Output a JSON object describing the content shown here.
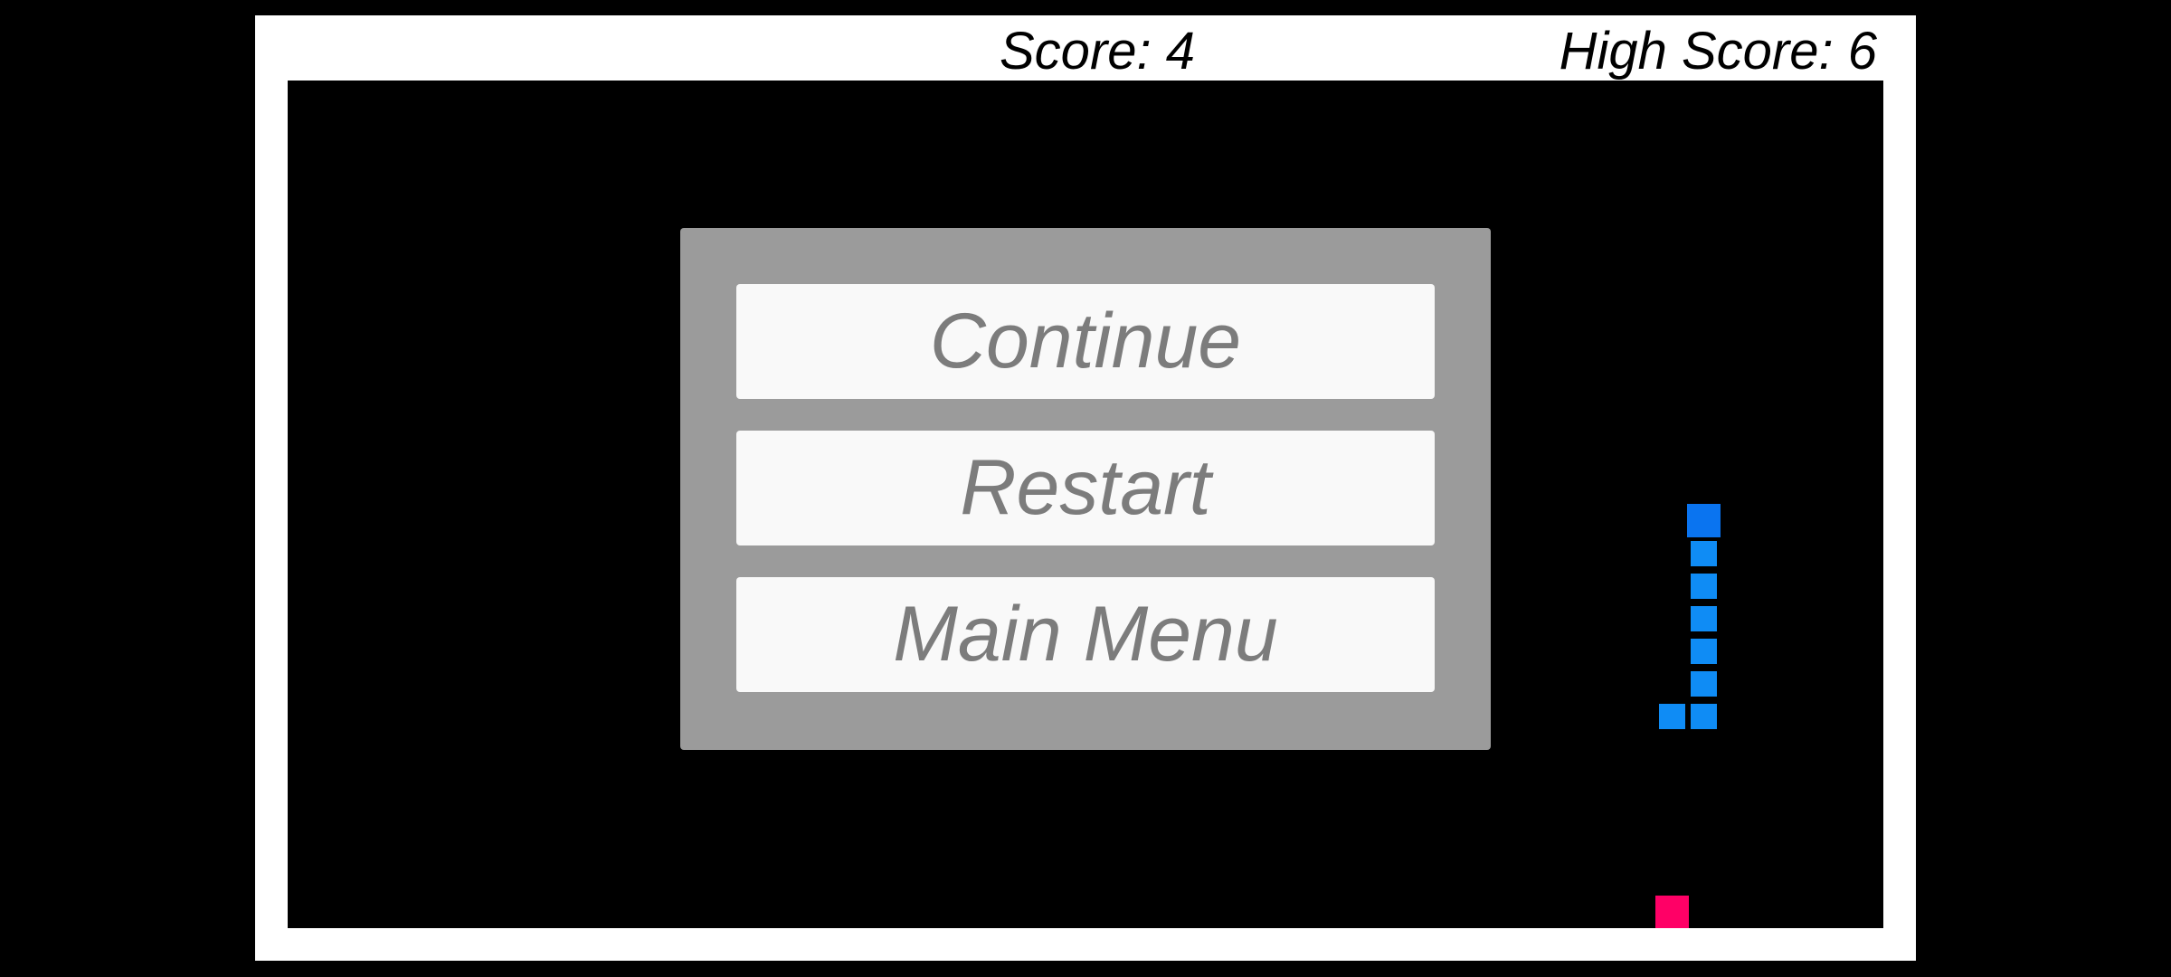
{
  "hud": {
    "score_text": "Score: 4",
    "high_score_text": "High Score: 6"
  },
  "pause_menu": {
    "continue_label": "Continue",
    "restart_label": "Restart",
    "main_menu_label": "Main Menu"
  },
  "game": {
    "score": 4,
    "high_score": 6,
    "snake_head_color": "#0a74f0",
    "snake_body_color": "#0f8cf5",
    "food_color": "#ff0066",
    "snake_length": 8
  }
}
